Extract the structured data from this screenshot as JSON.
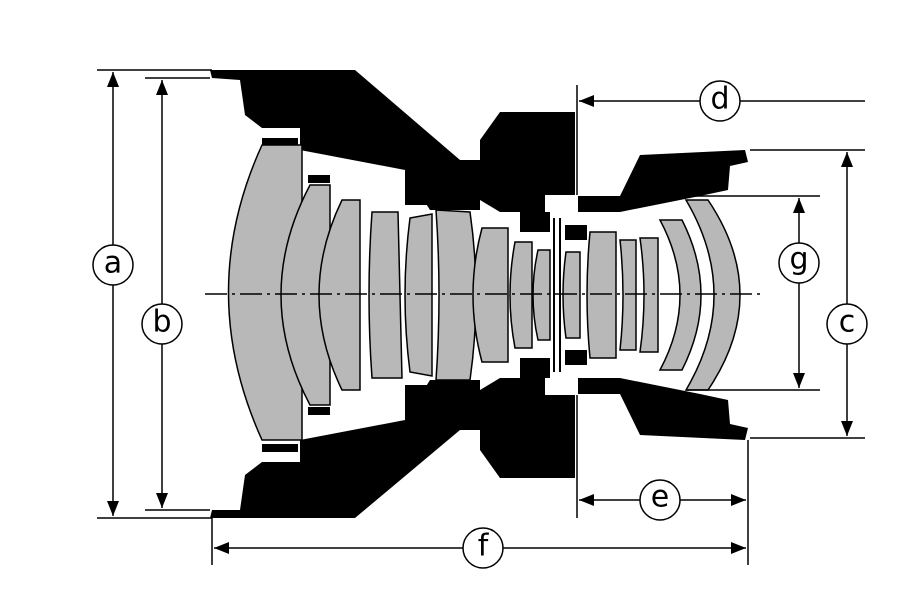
{
  "diagram": {
    "colors": {
      "housing": "#000000",
      "glass": "#b8b8b8",
      "line": "#000000",
      "background": "#ffffff"
    },
    "dimensions": [
      {
        "key": "a",
        "label": "a"
      },
      {
        "key": "b",
        "label": "b"
      },
      {
        "key": "c",
        "label": "c"
      },
      {
        "key": "d",
        "label": "d"
      },
      {
        "key": "e",
        "label": "e"
      },
      {
        "key": "f",
        "label": "f"
      },
      {
        "key": "g",
        "label": "g"
      }
    ]
  }
}
